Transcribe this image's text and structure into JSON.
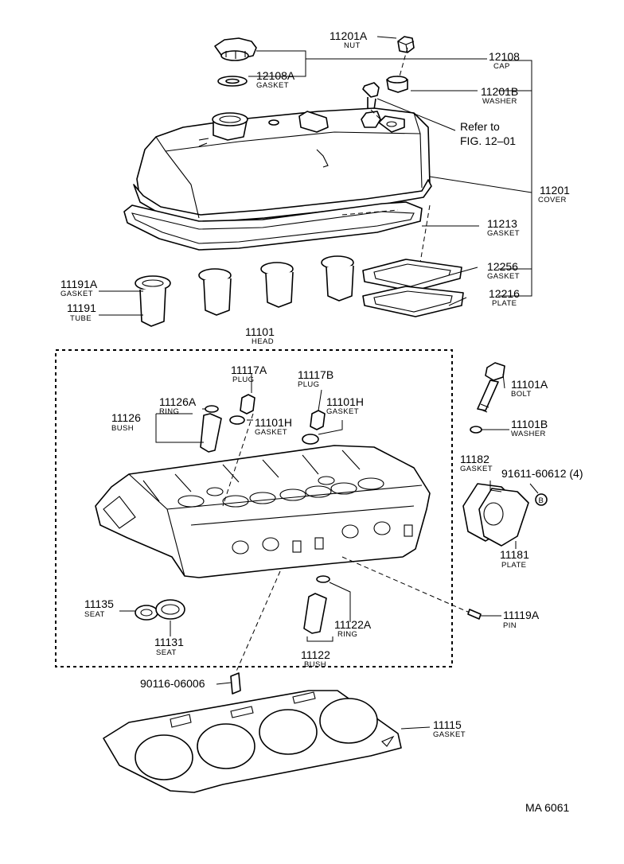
{
  "labels": [
    {
      "id": "11201A",
      "num": "11201A",
      "name": "NUT"
    },
    {
      "id": "12108",
      "num": "12108",
      "name": "CAP"
    },
    {
      "id": "12108A",
      "num": "12108A",
      "name": "GASKET"
    },
    {
      "id": "11201B",
      "num": "11201B",
      "name": "WASHER"
    },
    {
      "id": "11201",
      "num": "11201",
      "name": "COVER"
    },
    {
      "id": "11213",
      "num": "11213",
      "name": "GASKET"
    },
    {
      "id": "12256",
      "num": "12256",
      "name": "GASKET"
    },
    {
      "id": "12216",
      "num": "12216",
      "name": "PLATE"
    },
    {
      "id": "11191A",
      "num": "11191A",
      "name": "GASKET"
    },
    {
      "id": "11191",
      "num": "11191",
      "name": "TUBE"
    },
    {
      "id": "11101",
      "num": "11101",
      "name": "HEAD"
    },
    {
      "id": "11117A",
      "num": "11117A",
      "name": "PLUG"
    },
    {
      "id": "11117B",
      "num": "11117B",
      "name": "PLUG"
    },
    {
      "id": "11126A",
      "num": "11126A",
      "name": "RING"
    },
    {
      "id": "11126",
      "num": "11126",
      "name": "BUSH"
    },
    {
      "id": "11101H_a",
      "num": "11101H",
      "name": "GASKET"
    },
    {
      "id": "11101H_b",
      "num": "11101H",
      "name": "GASKET"
    },
    {
      "id": "11101A",
      "num": "11101A",
      "name": "BOLT"
    },
    {
      "id": "11101B",
      "num": "11101B",
      "name": "WASHER"
    },
    {
      "id": "11182",
      "num": "11182",
      "name": "GASKET"
    },
    {
      "id": "91611",
      "num": "91611-60612 (4)",
      "name": ""
    },
    {
      "id": "11181",
      "num": "11181",
      "name": "PLATE"
    },
    {
      "id": "11135",
      "num": "11135",
      "name": "SEAT"
    },
    {
      "id": "11131",
      "num": "11131",
      "name": "SEAT"
    },
    {
      "id": "11122A",
      "num": "11122A",
      "name": "RING"
    },
    {
      "id": "11122",
      "num": "11122",
      "name": "BUSH"
    },
    {
      "id": "11119A",
      "num": "11119A",
      "name": "PIN"
    },
    {
      "id": "90116",
      "num": "90116-06006",
      "name": ""
    },
    {
      "id": "11115",
      "num": "11115",
      "name": "GASKET"
    }
  ],
  "reference": {
    "line1": "Refer to",
    "line2": "FIG. 12–01"
  },
  "callout_symbol": "B",
  "drawing_code": "MA 6061"
}
